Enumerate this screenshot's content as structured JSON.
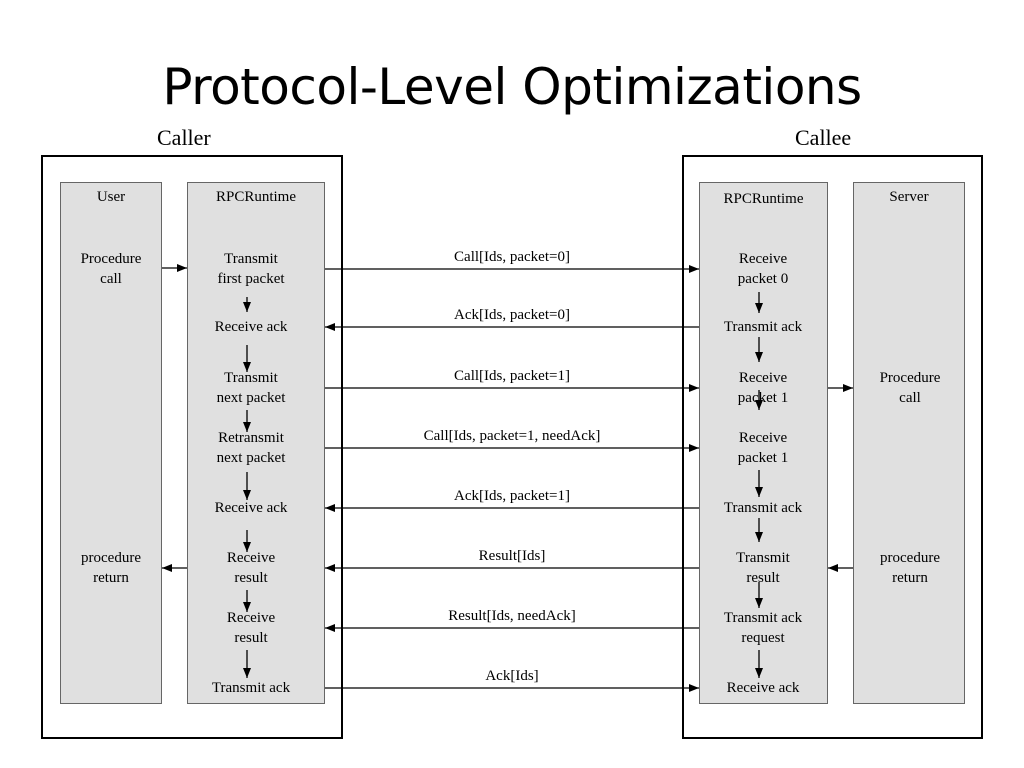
{
  "title": "Protocol-Level Optimizations",
  "caller": {
    "label": "Caller",
    "user": {
      "header": "User",
      "steps": [
        "Procedure\ncall",
        "procedure\nreturn"
      ]
    },
    "runtime": {
      "header": "RPCRuntime",
      "steps": [
        "Transmit\nfirst packet",
        "Receive ack",
        "Transmit\nnext packet",
        "Retransmit\nnext packet",
        "Receive ack",
        "Receive\nresult",
        "Receive\nresult",
        "Transmit ack"
      ]
    }
  },
  "callee": {
    "label": "Callee",
    "runtime": {
      "header": "RPCRuntime",
      "steps": [
        "Receive\npacket 0",
        "Transmit ack",
        "Receive\npacket 1",
        "Receive\npacket 1",
        "Transmit ack",
        "Transmit\nresult",
        "Transmit ack\nrequest",
        "Receive ack"
      ]
    },
    "server": {
      "header": "Server",
      "steps": [
        "Procedure\ncall",
        "procedure\nreturn"
      ]
    }
  },
  "messages": [
    {
      "label": "Call[Ids, packet=0]",
      "direction": "to-callee"
    },
    {
      "label": "Ack[Ids, packet=0]",
      "direction": "to-caller"
    },
    {
      "label": "Call[Ids, packet=1]",
      "direction": "to-callee"
    },
    {
      "label": "Call[Ids, packet=1, needAck]",
      "direction": "to-callee"
    },
    {
      "label": "Ack[Ids, packet=1]",
      "direction": "to-caller"
    },
    {
      "label": "Result[Ids]",
      "direction": "to-caller"
    },
    {
      "label": "Result[Ids, needAck]",
      "direction": "to-caller"
    },
    {
      "label": "Ack[Ids]",
      "direction": "to-callee"
    }
  ]
}
